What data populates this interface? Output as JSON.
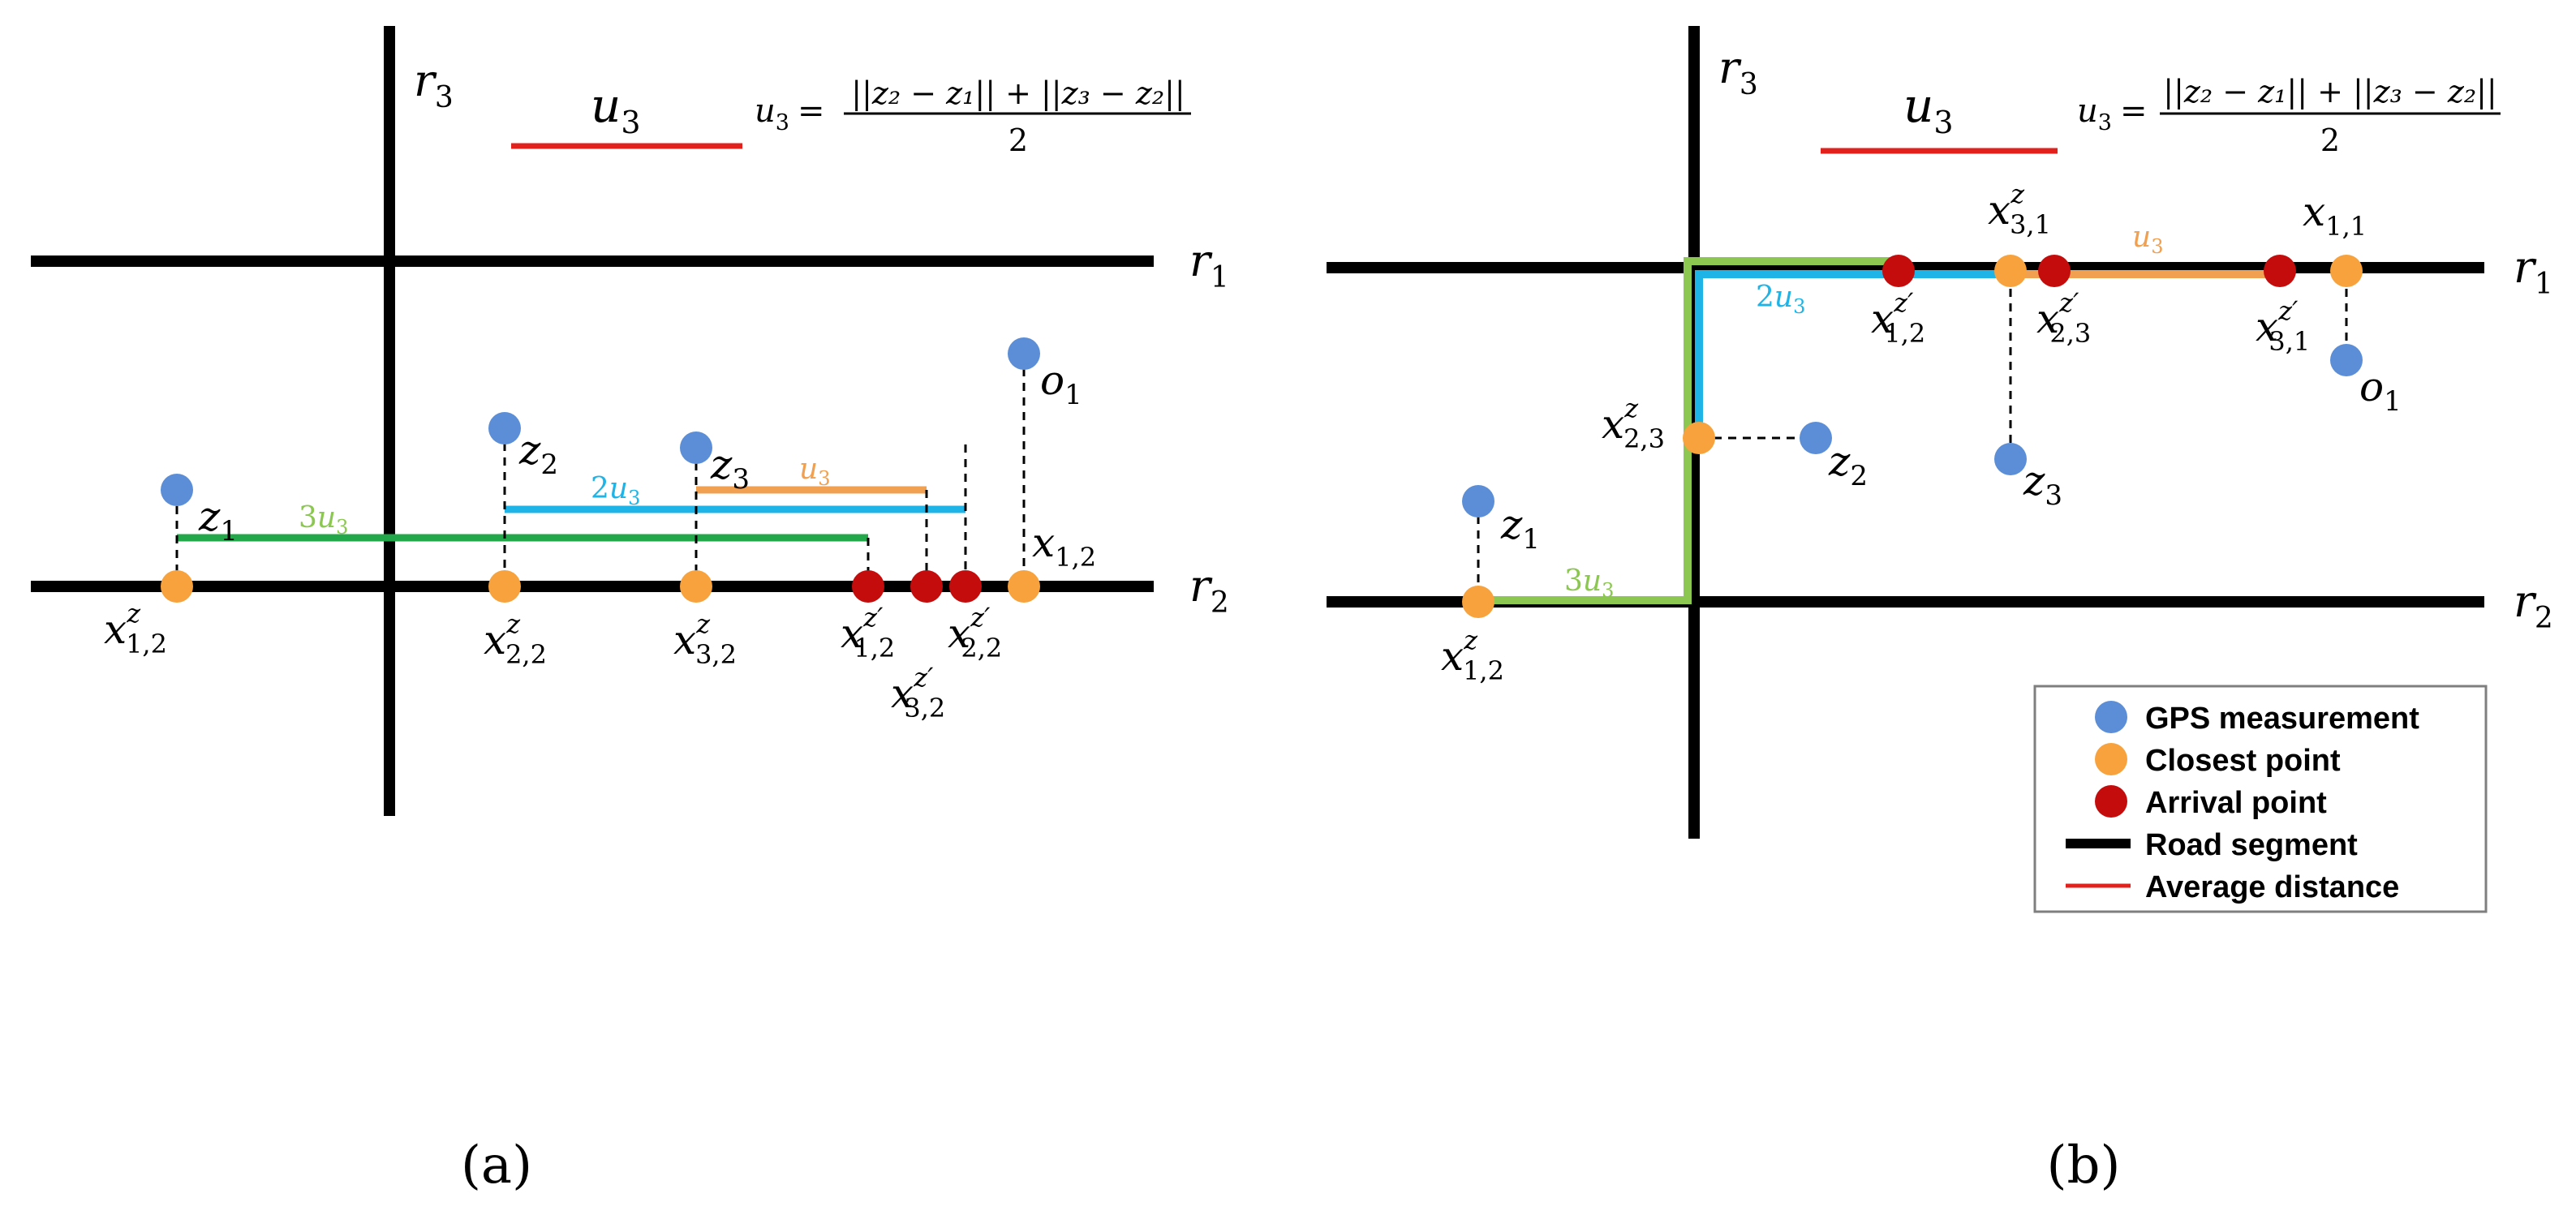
{
  "colors": {
    "road": "#000000",
    "gps": "#5B8ED6",
    "closest": "#F7A23C",
    "arrival": "#C40C0C",
    "average": "#E3211C",
    "seg_u3": "#F0A050",
    "seg_2u3": "#1FB4E8",
    "seg_3u3_a": "#22A84A",
    "seg_3u3_b": "#8BC751"
  },
  "formula": {
    "lhs": "u",
    "lhs_sub": "3",
    "equals": "=",
    "numerator": "||z₂ − z₁|| + ||z₃ − z₂||",
    "denominator": "2"
  },
  "legend_swatch_label": {
    "base": "u",
    "sub": "3"
  },
  "panel_a": {
    "label": "(a)",
    "roads": [
      {
        "base": "r",
        "sub": "3"
      },
      {
        "base": "r",
        "sub": "1"
      },
      {
        "base": "r",
        "sub": "2"
      }
    ],
    "gps_points": [
      {
        "base": "z",
        "sub": "1"
      },
      {
        "base": "z",
        "sub": "2"
      },
      {
        "base": "z",
        "sub": "3"
      },
      {
        "base": "o",
        "sub": "1"
      }
    ],
    "closest_points": [
      {
        "base": "x",
        "sub": "1,2",
        "sup": "z"
      },
      {
        "base": "x",
        "sub": "2,2",
        "sup": "z"
      },
      {
        "base": "x",
        "sub": "3,2",
        "sup": "z"
      },
      {
        "base": "x",
        "sub": "1,2",
        "sup": ""
      }
    ],
    "arrival_points": [
      {
        "base": "x",
        "sub": "1,2",
        "sup": "z′"
      },
      {
        "base": "x",
        "sub": "3,2",
        "sup": "z′"
      },
      {
        "base": "x",
        "sub": "2,2",
        "sup": "z′"
      }
    ],
    "segments": [
      {
        "base": "u",
        "sub": "3",
        "coef": ""
      },
      {
        "base": "u",
        "sub": "3",
        "coef": "2"
      },
      {
        "base": "u",
        "sub": "3",
        "coef": "3"
      }
    ]
  },
  "panel_b": {
    "label": "(b)",
    "roads": [
      {
        "base": "r",
        "sub": "3"
      },
      {
        "base": "r",
        "sub": "1"
      },
      {
        "base": "r",
        "sub": "2"
      }
    ],
    "gps_points": [
      {
        "base": "z",
        "sub": "1"
      },
      {
        "base": "z",
        "sub": "2"
      },
      {
        "base": "z",
        "sub": "3"
      },
      {
        "base": "o",
        "sub": "1"
      }
    ],
    "closest_points": [
      {
        "base": "x",
        "sub": "1,2",
        "sup": "z"
      },
      {
        "base": "x",
        "sub": "2,3",
        "sup": "z"
      },
      {
        "base": "x",
        "sub": "3,1",
        "sup": "z"
      },
      {
        "base": "x",
        "sub": "1,1",
        "sup": ""
      }
    ],
    "arrival_points": [
      {
        "base": "x",
        "sub": "1,2",
        "sup": "z′"
      },
      {
        "base": "x",
        "sub": "2,3",
        "sup": "z′"
      },
      {
        "base": "x",
        "sub": "3,1",
        "sup": "z′"
      }
    ],
    "segments": [
      {
        "base": "u",
        "sub": "3",
        "coef": ""
      },
      {
        "base": "u",
        "sub": "3",
        "coef": "2"
      },
      {
        "base": "u",
        "sub": "3",
        "coef": "3"
      }
    ]
  },
  "legend": {
    "items": [
      {
        "label": "GPS measurement",
        "kind": "dot",
        "color": "#5B8ED6"
      },
      {
        "label": "Closest point",
        "kind": "dot",
        "color": "#F7A23C"
      },
      {
        "label": "Arrival point",
        "kind": "dot",
        "color": "#C40C0C"
      },
      {
        "label": "Road segment",
        "kind": "line",
        "color": "#000000"
      },
      {
        "label": "Average distance",
        "kind": "line",
        "color": "#E3211C"
      }
    ]
  }
}
